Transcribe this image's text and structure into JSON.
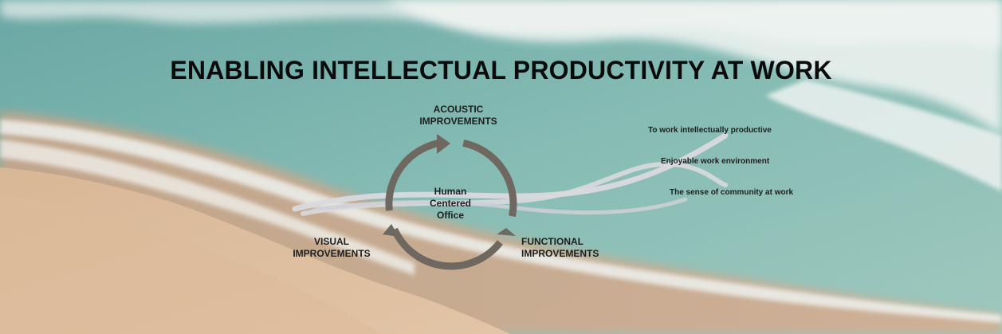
{
  "title": "ENABLING INTELLECTUAL PRODUCTIVITY AT WORK",
  "cycle": {
    "center": [
      "Human",
      "Centered",
      "Office"
    ],
    "acoustic": [
      "ACOUSTIC",
      "IMPROVEMENTS"
    ],
    "visual": [
      "VISUAL",
      "IMPROVEMENTS"
    ],
    "functional": [
      "FUNCTIONAL",
      "IMPROVEMENTS"
    ]
  },
  "goals": [
    "To work intellectually productive",
    "Enjoyable work environment",
    "The sense of community at work"
  ],
  "colors": {
    "cycle_arrow": "#6e6860",
    "ribbon": "#d9d9de",
    "text": "#1e1e1e",
    "title": "#0b0b0b",
    "sand": "#d9b99a",
    "sea": "#7fb3ad",
    "foam": "#eef2f0"
  }
}
